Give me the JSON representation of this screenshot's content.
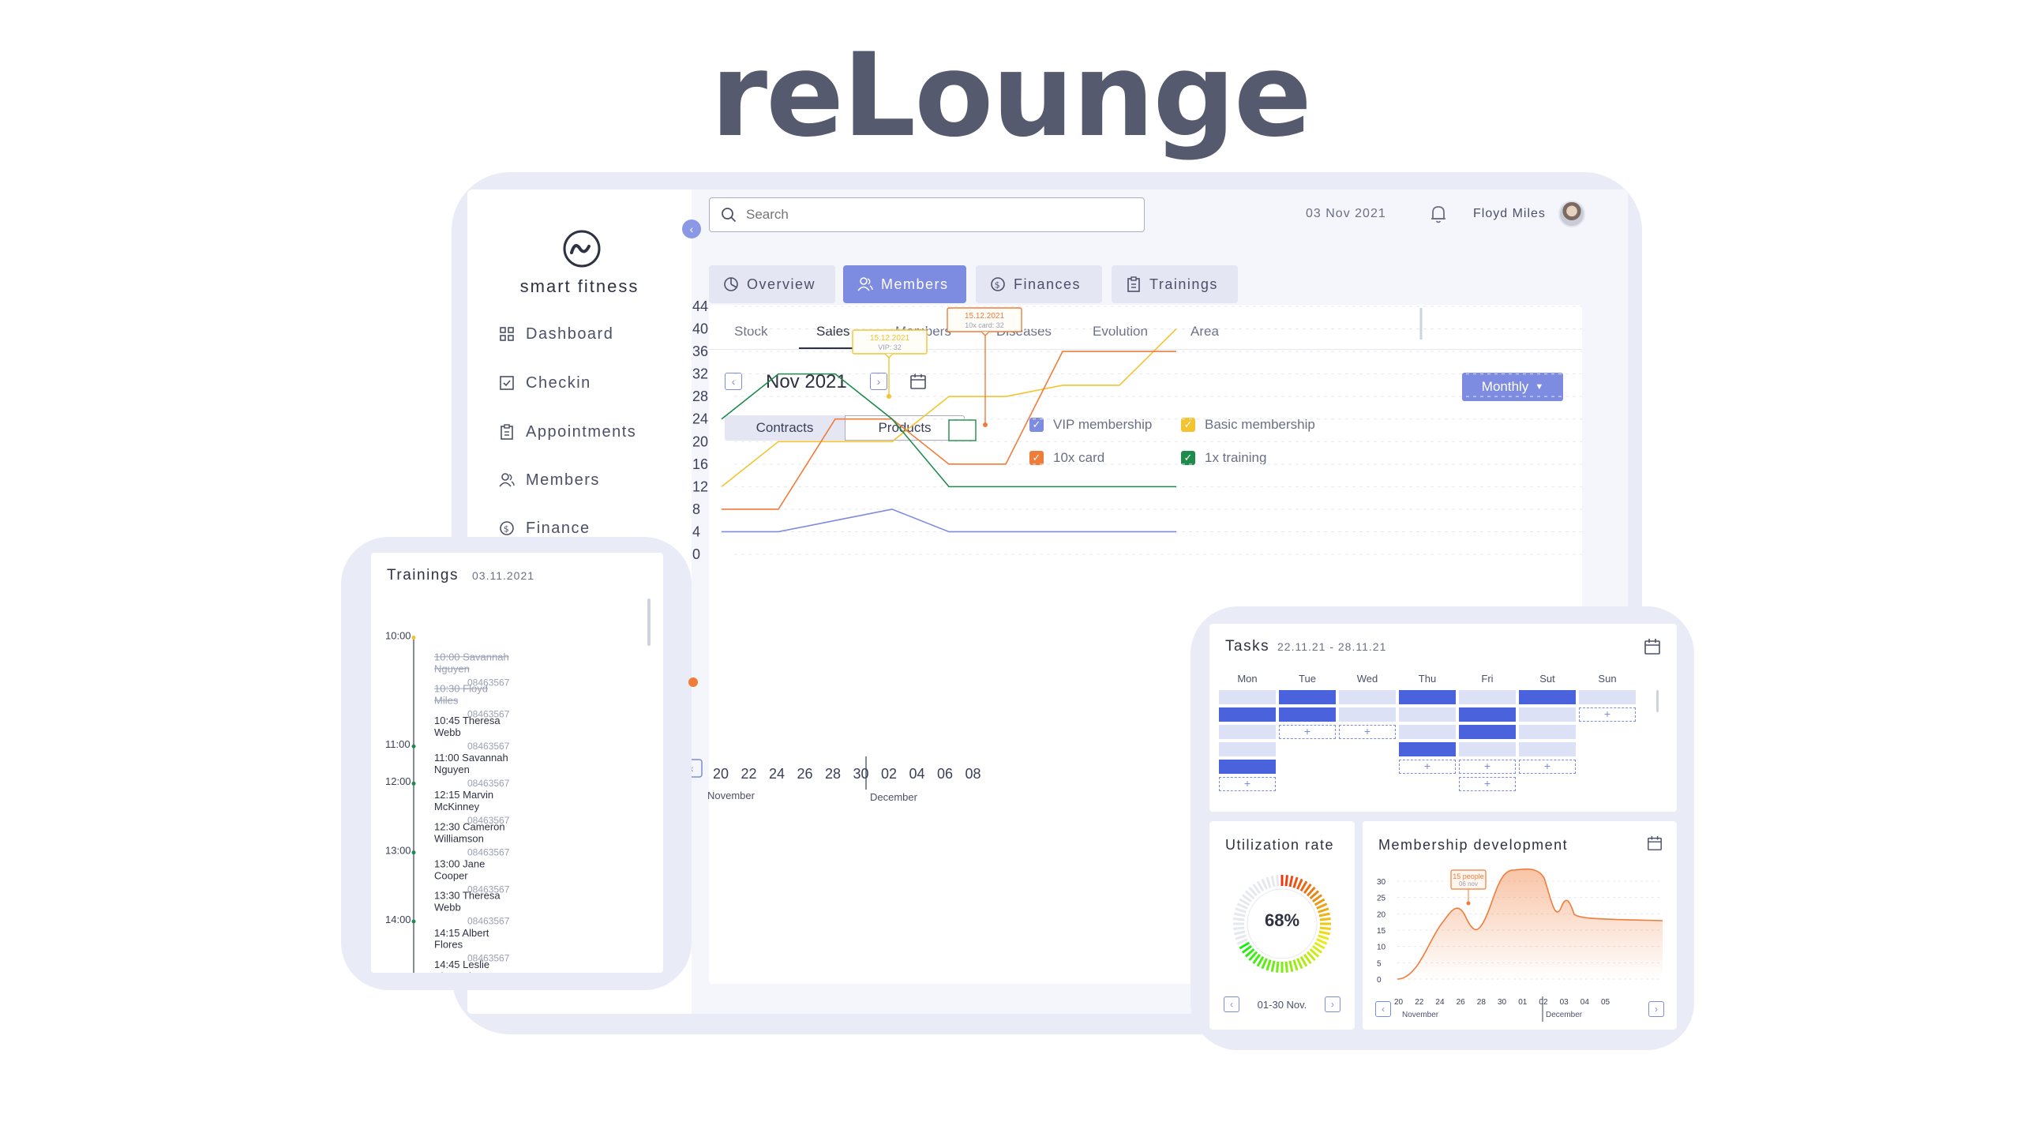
{
  "hero_title": "reLounge",
  "brand": "smart fitness",
  "sidebar": {
    "items": [
      {
        "label": "Dashboard",
        "icon": "grid-icon"
      },
      {
        "label": "Checkin",
        "icon": "checkbox-icon"
      },
      {
        "label": "Appointments",
        "icon": "clipboard-icon"
      },
      {
        "label": "Members",
        "icon": "users-icon"
      },
      {
        "label": "Finance",
        "icon": "dollar-icon"
      }
    ]
  },
  "header": {
    "search_placeholder": "Search",
    "date": "03 Nov 2021",
    "user_name": "Floyd Miles"
  },
  "main_tabs": [
    {
      "label": "Overview",
      "icon": "pie-icon",
      "active": false
    },
    {
      "label": "Members",
      "icon": "users-icon",
      "active": true
    },
    {
      "label": "Finances",
      "icon": "dollar-icon",
      "active": false
    },
    {
      "label": "Trainings",
      "icon": "clipboard-icon",
      "active": false
    }
  ],
  "sub_tabs": [
    "Stock",
    "Sales",
    "Members",
    "Diseases",
    "Evolution",
    "Area"
  ],
  "active_sub_tab": "Sales",
  "period": {
    "label": "Nov 2021",
    "mode": "Monthly"
  },
  "segments": [
    "Contracts",
    "Products"
  ],
  "legend": [
    {
      "label": "VIP membership",
      "color": "#7d8be0"
    },
    {
      "label": "Basic membership",
      "color": "#f4c430"
    },
    {
      "label": "10x card",
      "color": "#f07c3a"
    },
    {
      "label": "1x training",
      "color": "#1e8a4c"
    }
  ],
  "chart_data": {
    "type": "line",
    "y_ticks": [
      "0",
      "4",
      "8",
      "12",
      "16",
      "20",
      "24",
      "28",
      "32",
      "36",
      "40",
      "44"
    ],
    "x_ticks": [
      "20",
      "22",
      "24",
      "26",
      "28",
      "30",
      "02",
      "04",
      "06",
      "08"
    ],
    "x_groups": [
      "November",
      "December"
    ],
    "ylim": [
      0,
      44
    ],
    "series": [
      {
        "color": "#7d8be0",
        "x": [
          0,
          1,
          2,
          3,
          4,
          5,
          6,
          7,
          8
        ],
        "y": [
          4,
          4,
          6,
          8,
          4,
          4,
          4,
          4,
          4
        ]
      },
      {
        "color": "#f4c430",
        "x": [
          0,
          1,
          2,
          3,
          4,
          5,
          6,
          7,
          8
        ],
        "y": [
          12,
          20,
          20,
          20,
          28,
          28,
          30,
          30,
          40
        ]
      },
      {
        "color": "#f07c3a",
        "x": [
          0,
          1,
          2,
          3,
          4,
          5,
          6,
          7,
          8
        ],
        "y": [
          8,
          8,
          24,
          24,
          16,
          16,
          36,
          36,
          36
        ]
      },
      {
        "color": "#1e8a4c",
        "x": [
          0,
          1,
          2,
          3,
          4,
          5,
          6,
          7,
          8
        ],
        "y": [
          24,
          32,
          32,
          24,
          12,
          12,
          12,
          12,
          12
        ]
      }
    ],
    "tooltips": [
      {
        "date": "15.12.2021",
        "text": "VIP: 32"
      },
      {
        "date": "15.12.2021",
        "text": "10x card: 32"
      }
    ]
  },
  "trainings": {
    "title": "Trainings",
    "date": "03.11.2021",
    "hours": [
      "10:00",
      "11:00",
      "12:00",
      "13:00",
      "14:00"
    ],
    "entries": [
      {
        "time": "10:00",
        "name": "Savannah Nguyen",
        "phone": "08463567",
        "done": true
      },
      {
        "time": "10:30",
        "name": "Floyd Miles",
        "phone": "08463567",
        "done": true
      },
      {
        "time": "10:45",
        "name": "Theresa Webb",
        "phone": "08463567",
        "done": false
      },
      {
        "time": "11:00",
        "name": "Savannah Nguyen",
        "phone": "08463567",
        "done": false
      },
      {
        "time": "12:15",
        "name": "Marvin McKinney",
        "phone": "08463567",
        "done": false
      },
      {
        "time": "12:30",
        "name": "Cameron Williamson",
        "phone": "08463567",
        "done": false
      },
      {
        "time": "13:00",
        "name": "Jane Cooper",
        "phone": "08463567",
        "done": false
      },
      {
        "time": "13:30",
        "name": "Theresa Webb",
        "phone": "08463567",
        "done": false
      },
      {
        "time": "14:15",
        "name": "Albert Flores",
        "phone": "08463567",
        "done": false
      },
      {
        "time": "14:45",
        "name": "Leslie Alexander",
        "phone": "08463567",
        "done": false
      }
    ]
  },
  "tasks": {
    "title": "Tasks",
    "range": "22.11.21 - 28.11.21",
    "days": [
      "Mon",
      "Tue",
      "Wed",
      "Thu",
      "Fri",
      "Sut",
      "Sun"
    ],
    "add_symbol": "+"
  },
  "utilization": {
    "title": "Utilization rate",
    "value": 0.68,
    "value_label": "68%",
    "range": "01-30 Nov."
  },
  "membership": {
    "title": "Membership development",
    "y_ticks": [
      "0",
      "5",
      "10",
      "15",
      "20",
      "25",
      "30"
    ],
    "x_ticks": [
      "20",
      "22",
      "24",
      "26",
      "28",
      "30",
      "01",
      "02",
      "03",
      "04",
      "05"
    ],
    "x_groups": [
      "November",
      "December"
    ],
    "tooltip_value": "15 people",
    "tooltip_date": "06 nov"
  },
  "colors": {
    "accent": "#7d8be0",
    "accent_light": "#e4e7f3",
    "dark_blue": "#4a63dd"
  }
}
